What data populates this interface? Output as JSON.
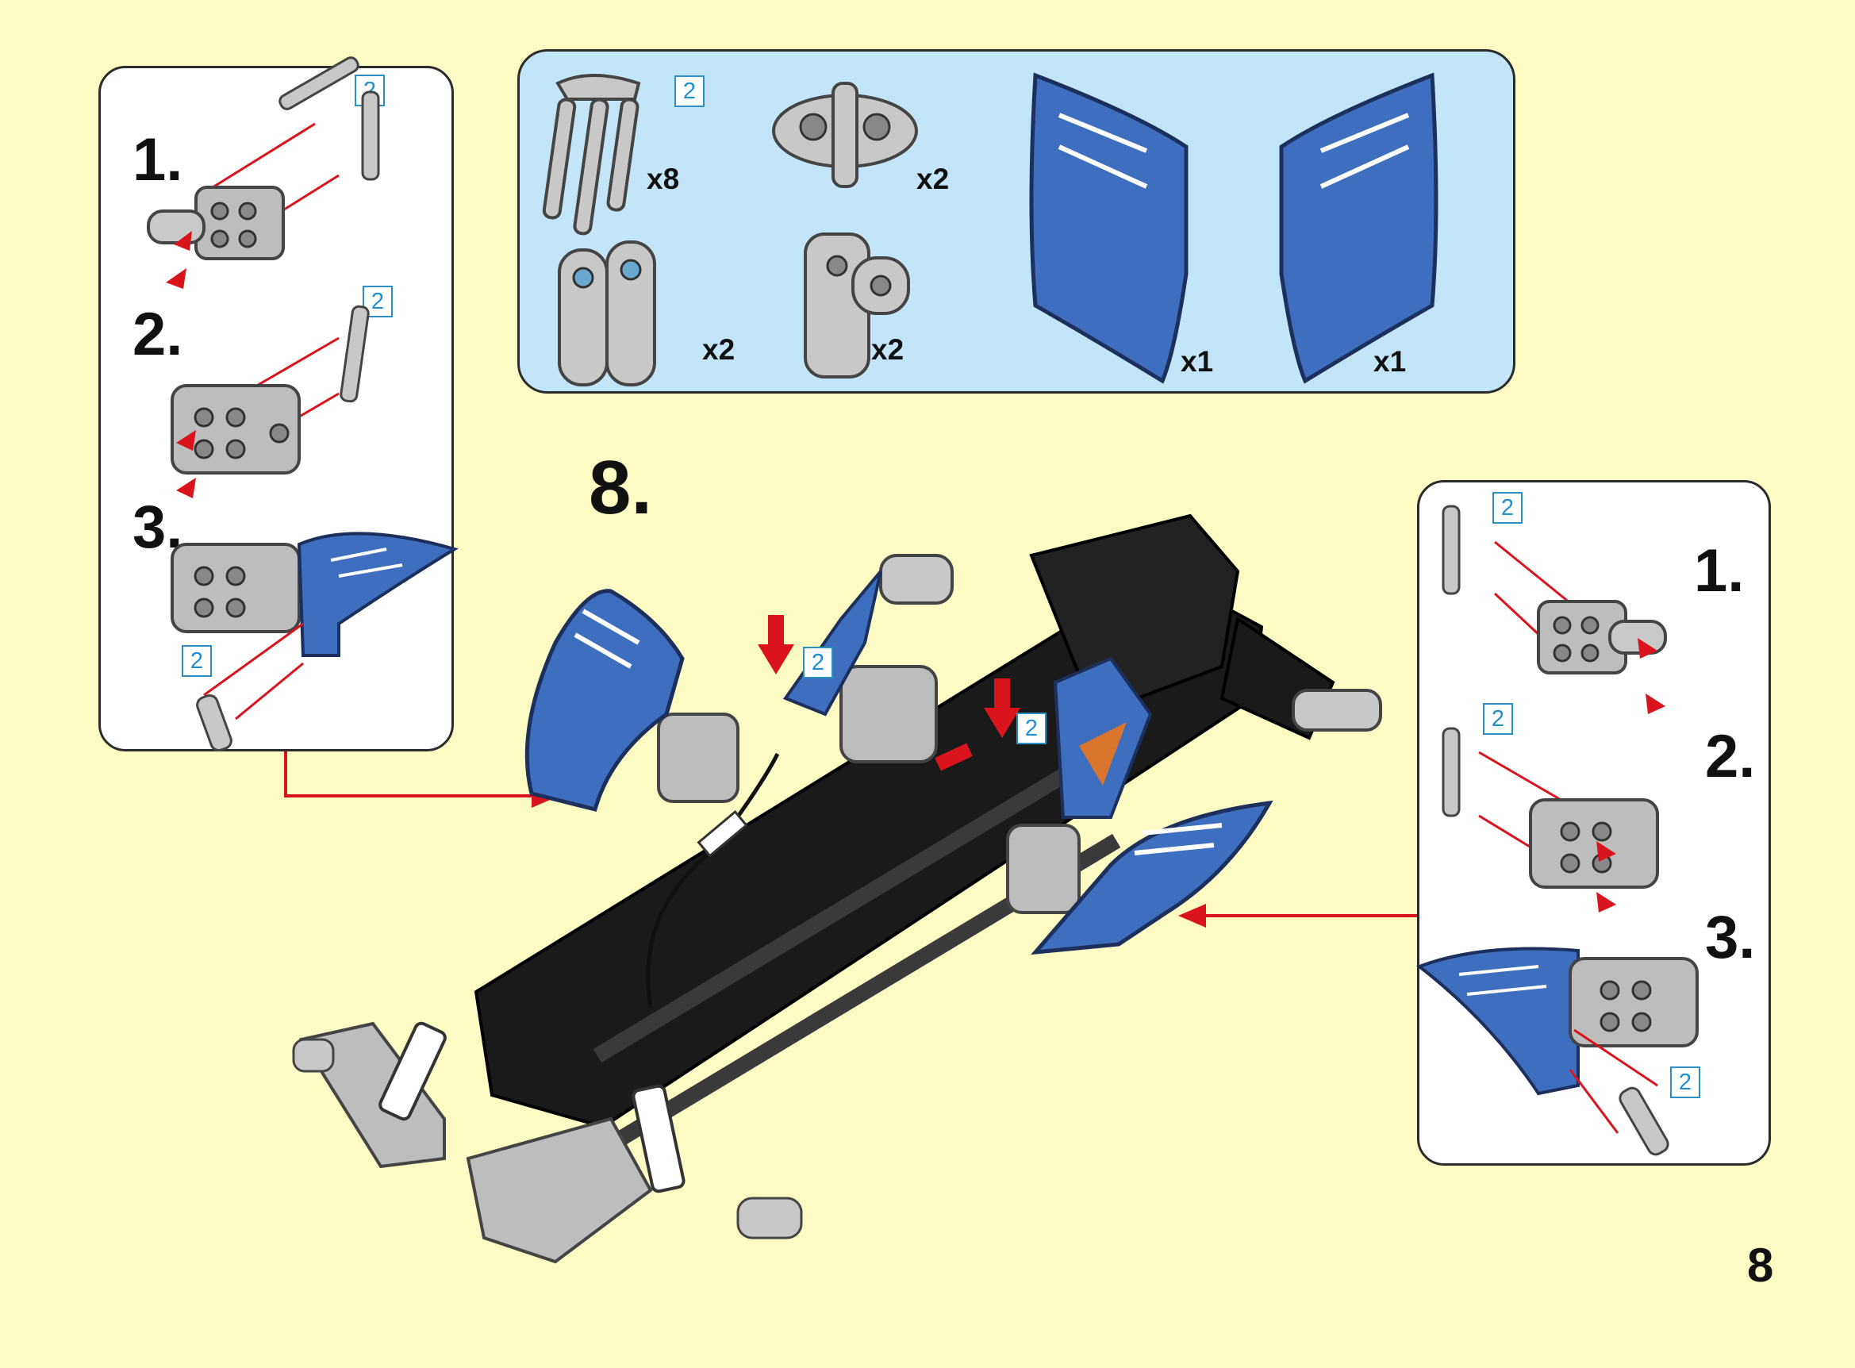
{
  "page": {
    "number": "8"
  },
  "main_step": {
    "label": "8."
  },
  "parts_list": {
    "items": [
      {
        "name": "pin-connector-icon",
        "qty": "x8",
        "badge": "2"
      },
      {
        "name": "cross-connector-icon",
        "qty": "x2"
      },
      {
        "name": "double-beam-icon",
        "qty": "x2"
      },
      {
        "name": "angled-connector-icon",
        "qty": "x2"
      },
      {
        "name": "left-blue-panel-icon",
        "qty": "x1"
      },
      {
        "name": "right-blue-panel-icon",
        "qty": "x1"
      }
    ]
  },
  "left_subassembly": {
    "steps": [
      "1.",
      "2.",
      "3."
    ],
    "badges": [
      "2",
      "2",
      "2"
    ]
  },
  "right_subassembly": {
    "steps": [
      "1.",
      "2.",
      "3."
    ],
    "badges": [
      "2",
      "2",
      "2"
    ]
  },
  "main_badges": [
    "2",
    "2"
  ],
  "colors": {
    "background": "#fdfbc4",
    "parts_panel": "#c2e6f7",
    "arrow": "#d9141c",
    "blue_part": "#3d6fbe",
    "grey_part": "#b9b9b9",
    "black_part": "#1a1a1a"
  }
}
